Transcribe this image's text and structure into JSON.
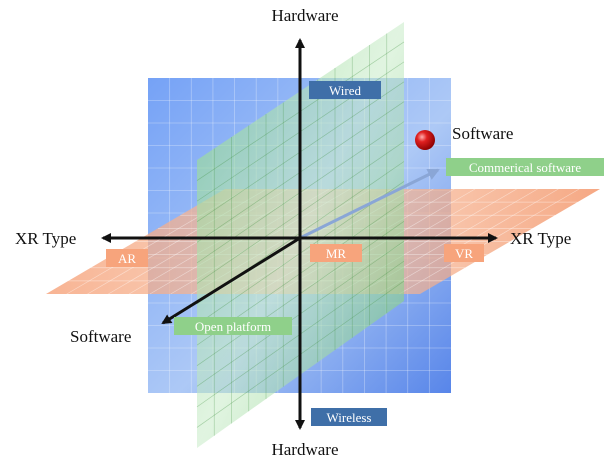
{
  "axes": {
    "vertical": {
      "top_label": "Hardware",
      "bottom_label": "Hardware"
    },
    "horizontal": {
      "left_label": "XR  Type",
      "right_label": "XR  Type"
    },
    "depth": {
      "front_label": "Software",
      "back_label": "Software"
    }
  },
  "tags": {
    "wired": "Wired",
    "wireless": "Wireless",
    "commercial": "Commerical software",
    "open_platform": "Open platform",
    "ar": "AR",
    "mr": "MR",
    "vr": "VR"
  },
  "colors": {
    "blue_plane": "#5b8ff0",
    "green_plane": "#7fcf7f",
    "orange_plane": "#f39a6e",
    "tag_blue": "#3f6fa8",
    "tag_green": "#8fd08a",
    "tag_orange": "#f7a47c",
    "marker": "#d81818"
  }
}
